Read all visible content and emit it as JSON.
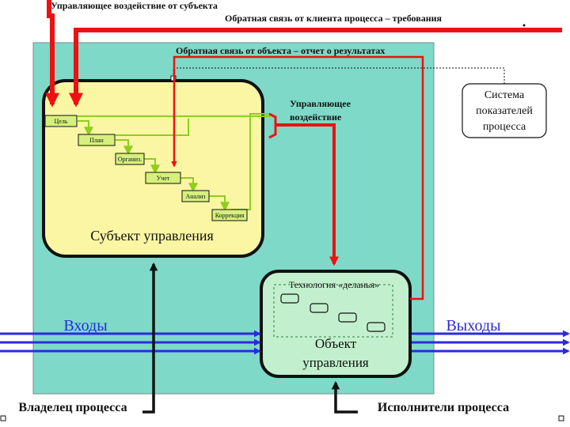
{
  "top_labels": {
    "control_from_subject": "Управляющее воздействие от субъекта",
    "client_feedback": "Обратная связь от клиента процесса – требования",
    "object_feedback": "Обратная связь от объекта – отчет о результатах"
  },
  "control_action_label": [
    "Управляющее",
    "воздействие"
  ],
  "indicator_system": {
    "lines": [
      "Система",
      "показателей",
      "процесса"
    ]
  },
  "subject": {
    "title": "Субъект управления",
    "steps": [
      "Цель",
      "План",
      "Организ.",
      "Учет",
      "Анализ",
      "Коррекция"
    ]
  },
  "object": {
    "technology_label": "Технология «деланья»",
    "title_lines": [
      "Объект",
      "управления"
    ]
  },
  "inputs_label": "Входы",
  "outputs_label": "Выходы",
  "owner_label": "Владелец процесса",
  "executors_label": "Исполнители процесса",
  "colors": {
    "teal_area": "#7ed9c8",
    "subject_fill": "#fbf6a3",
    "object_fill": "#c2f0ce",
    "red": "#ee1111",
    "blue": "#2a2adf",
    "green_line": "#8ccf1e",
    "step_fill": "#d6f07c"
  }
}
